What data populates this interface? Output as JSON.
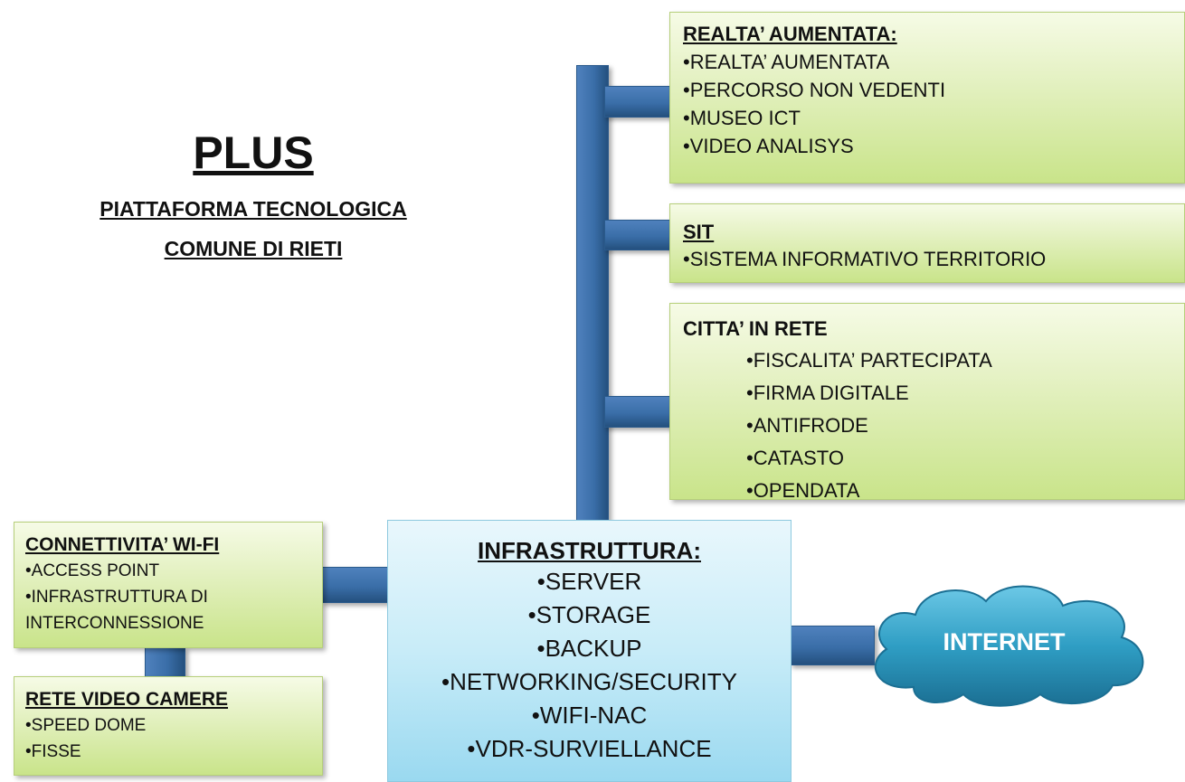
{
  "title": {
    "main": "PLUS",
    "line1": "PIATTAFORMA TECNOLOGICA",
    "line2": "COMUNE DI RIETI"
  },
  "realta": {
    "heading": "REALTA’ AUMENTATA:",
    "items": [
      "•REALTA’ AUMENTATA",
      "•PERCORSO NON VEDENTI",
      "•MUSEO ICT",
      "•VIDEO ANALISYS"
    ]
  },
  "sit": {
    "heading": "SIT",
    "items": [
      "•SISTEMA INFORMATIVO TERRITORIO"
    ]
  },
  "citta": {
    "heading": "CITTA’ IN RETE",
    "items": [
      "•FISCALITA’ PARTECIPATA",
      "•FIRMA DIGITALE",
      "•ANTIFRODE",
      "•CATASTO",
      "•OPENDATA"
    ]
  },
  "wifi": {
    "heading": "CONNETTIVITA’ WI-FI",
    "items": [
      "•ACCESS POINT",
      "•INFRASTRUTTURA DI",
      "INTERCONNESSIONE"
    ]
  },
  "video": {
    "heading": "RETE VIDEO CAMERE",
    "items": [
      "•SPEED DOME",
      "•FISSE"
    ]
  },
  "infra": {
    "heading": "INFRASTRUTTURA:",
    "items": [
      "•SERVER",
      "•STORAGE",
      "•BACKUP",
      "•NETWORKING/SECURITY",
      "•WIFI-NAC",
      "•VDR-SURVIELLANCE"
    ]
  },
  "internet": {
    "label": "INTERNET"
  },
  "colors": {
    "connector": "#3a6ea8",
    "green_box": "#dcefb0",
    "infra_box": "#bfe8f6",
    "cloud": "#2f9ec4"
  }
}
